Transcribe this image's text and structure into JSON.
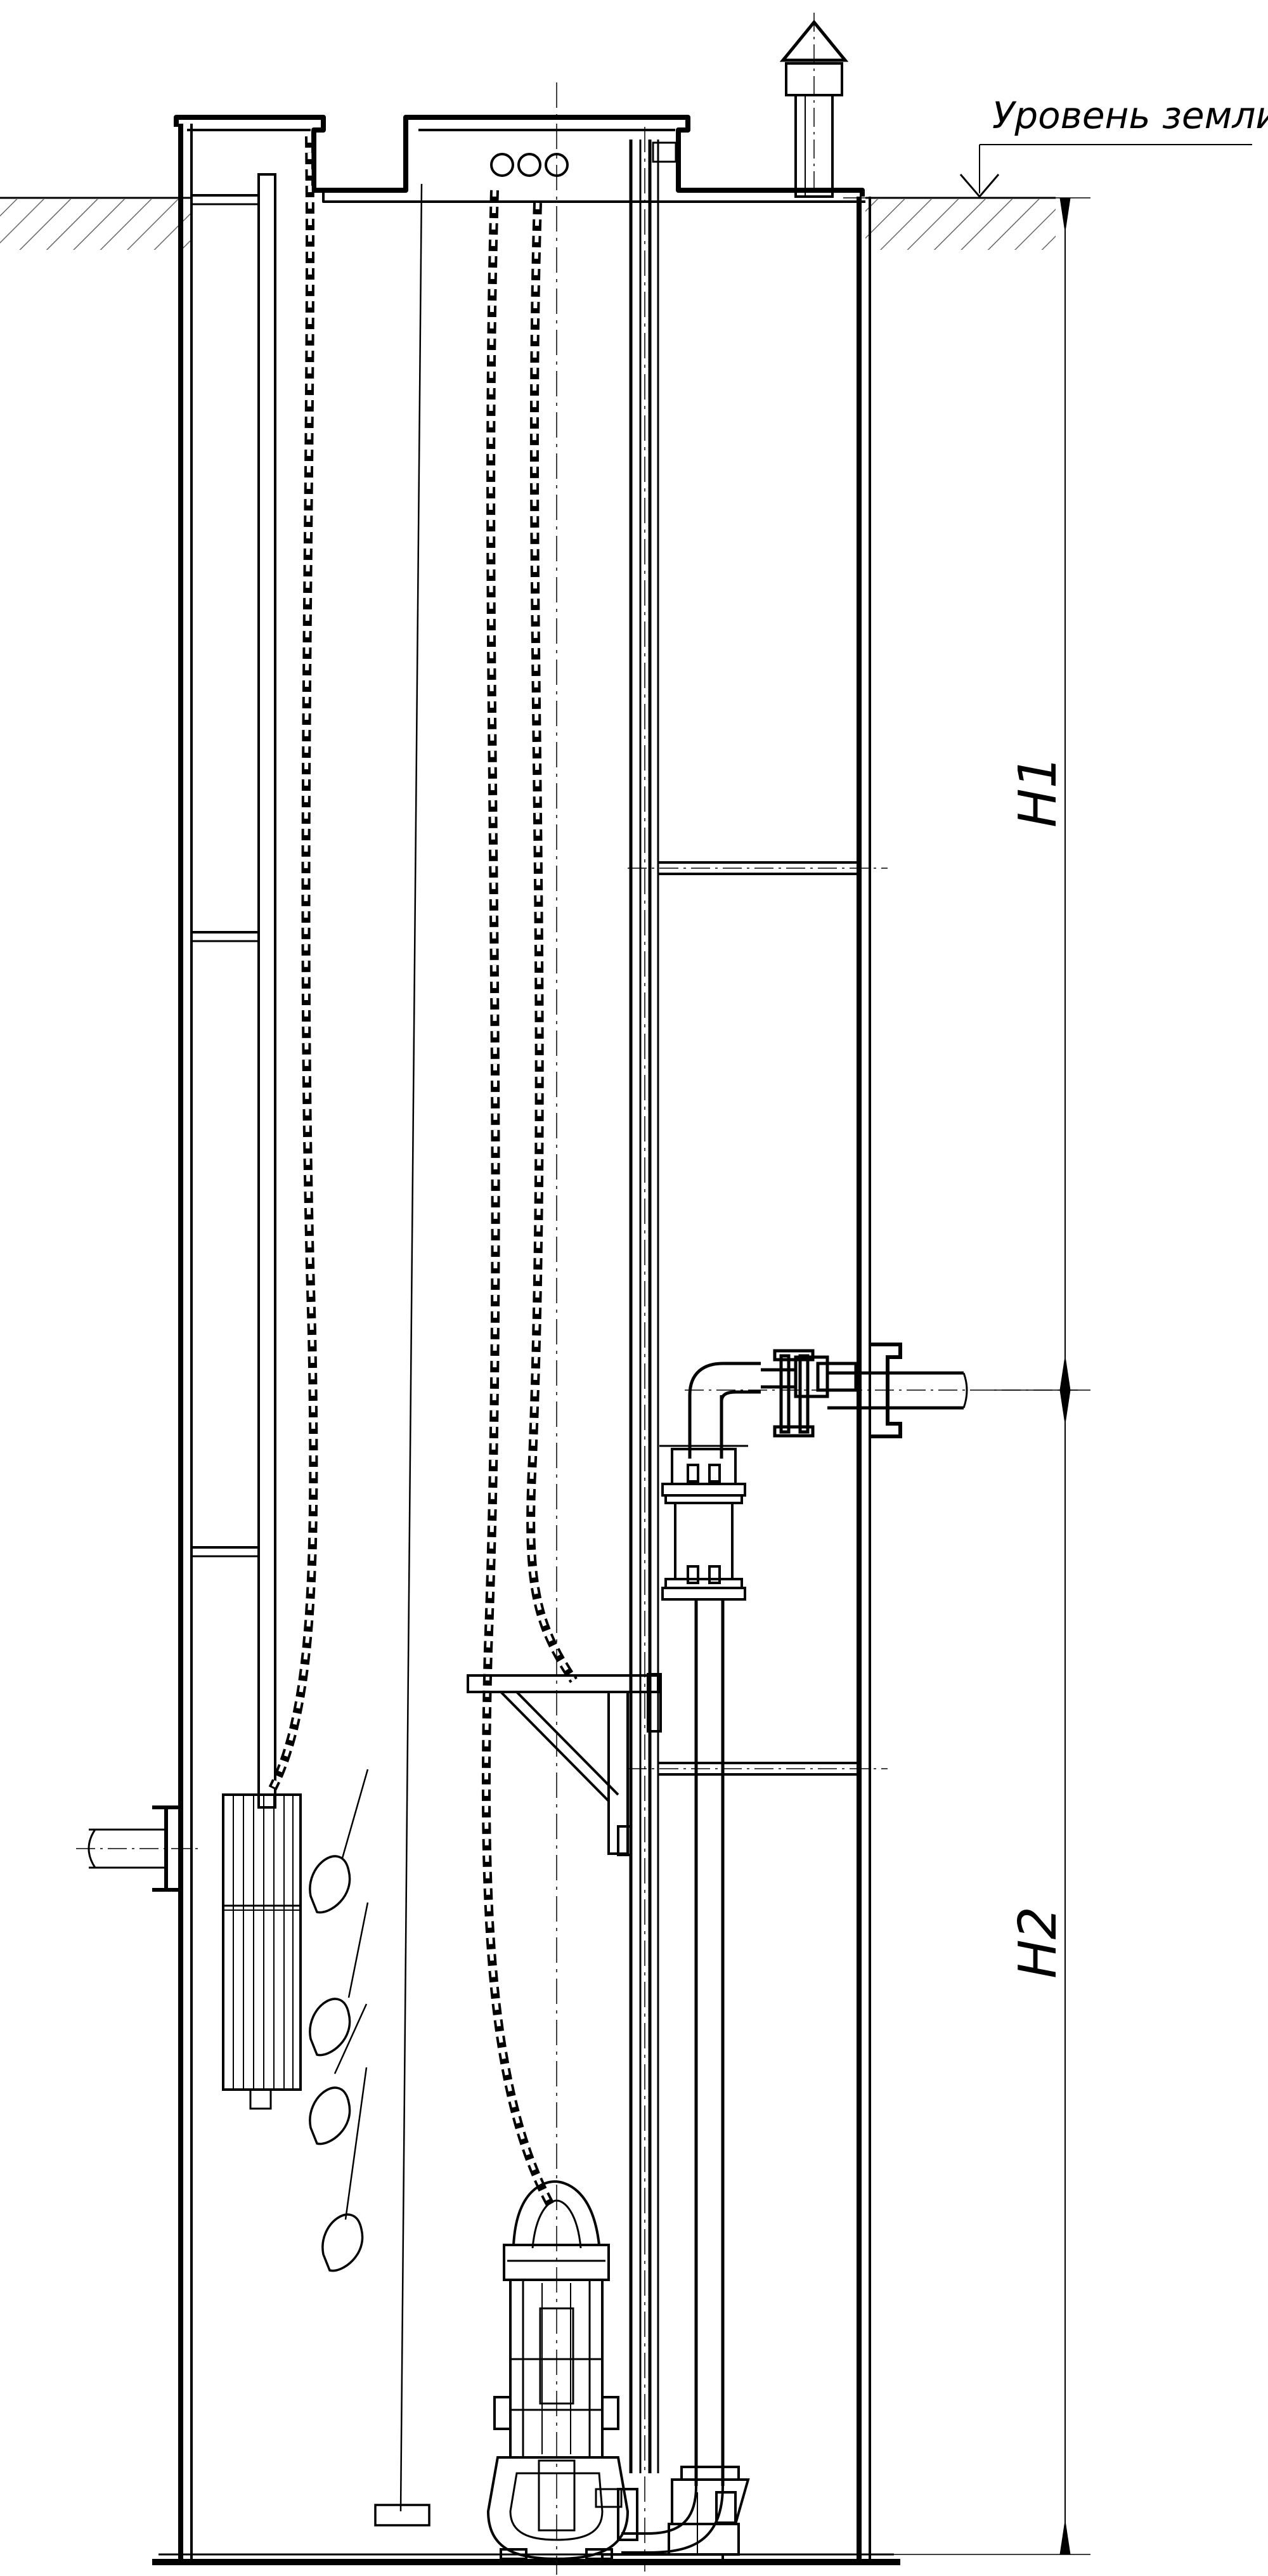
{
  "drawing": {
    "ground_label": "Уровень земли",
    "dim_h1": "H1",
    "dim_h2": "H2",
    "colors": {
      "line": "#000000",
      "thin_line": "#222222",
      "background": "#ffffff"
    }
  }
}
